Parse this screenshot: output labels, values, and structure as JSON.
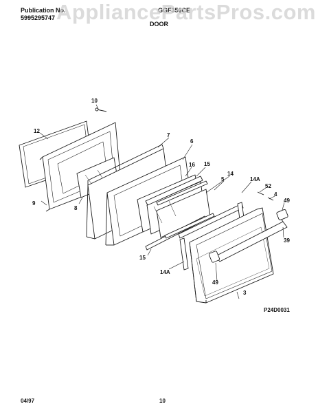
{
  "header": {
    "publication_label": "Publication No.",
    "publication_number": "5995295747",
    "model": "GGF356CE",
    "section_title": "DOOR"
  },
  "watermark": "AppliancePartsPros.com",
  "callouts": [
    {
      "id": "10",
      "label": "10"
    },
    {
      "id": "12",
      "label": "12"
    },
    {
      "id": "7",
      "label": "7"
    },
    {
      "id": "6",
      "label": "6"
    },
    {
      "id": "16",
      "label": "16"
    },
    {
      "id": "15a",
      "label": "15"
    },
    {
      "id": "14a",
      "label": "14"
    },
    {
      "id": "5",
      "label": "5"
    },
    {
      "id": "14Aa",
      "label": "14A"
    },
    {
      "id": "52",
      "label": "52"
    },
    {
      "id": "4",
      "label": "4"
    },
    {
      "id": "49a",
      "label": "49"
    },
    {
      "id": "39",
      "label": "39"
    },
    {
      "id": "9",
      "label": "9"
    },
    {
      "id": "8",
      "label": "8"
    },
    {
      "id": "15b",
      "label": "15"
    },
    {
      "id": "14Ab",
      "label": "14A"
    },
    {
      "id": "49b",
      "label": "49"
    },
    {
      "id": "3",
      "label": "3"
    }
  ],
  "drawing_code": "P24D0031",
  "footer": {
    "date": "04/97",
    "page": "10"
  }
}
